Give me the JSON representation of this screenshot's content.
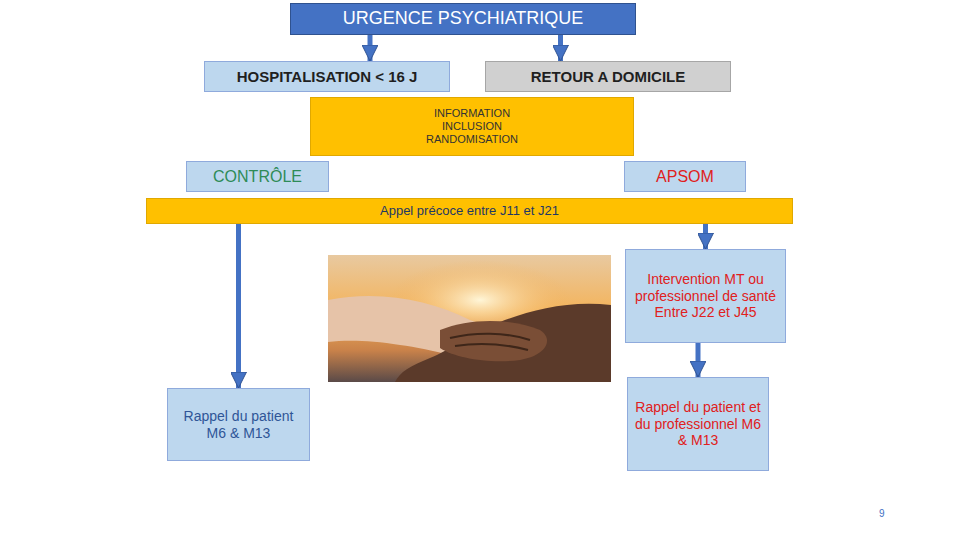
{
  "diagram": {
    "nodes": [
      {
        "text": [
          "URGENCE PSYCHIATRIQUE"
        ]
      },
      {
        "text": [
          "HOSPITALISATION < 16 J"
        ]
      },
      {
        "text": [
          "RETOUR A DOMICILE"
        ]
      },
      {
        "text": [
          "INFORMATION INCLUSION RANDOMISATION"
        ]
      },
      {
        "text": [
          "CONTRÔLE"
        ]
      },
      {
        "text": [
          "APSOM"
        ]
      },
      {
        "text": [
          "Appel précoce entre J11 et J21"
        ]
      },
      {
        "text": [
          "Intervention MT ou professionnel de santé",
          "Entre J22 et J45"
        ]
      },
      {
        "text": [
          "Rappel du patient M6 & M13"
        ]
      },
      {
        "text": [
          "Rappel du patient et du professionnel M6 & M13"
        ]
      }
    ],
    "edges": [
      {
        "from": 0,
        "to": 1,
        "arrow": "to"
      },
      {
        "from": 0,
        "to": 2,
        "arrow": "to"
      },
      {
        "from": 6,
        "to": 8,
        "arrow": "to"
      },
      {
        "from": 6,
        "to": 7,
        "arrow": "to"
      },
      {
        "from": 7,
        "to": 9,
        "arrow": "to"
      }
    ],
    "labels": [
      "9"
    ]
  }
}
